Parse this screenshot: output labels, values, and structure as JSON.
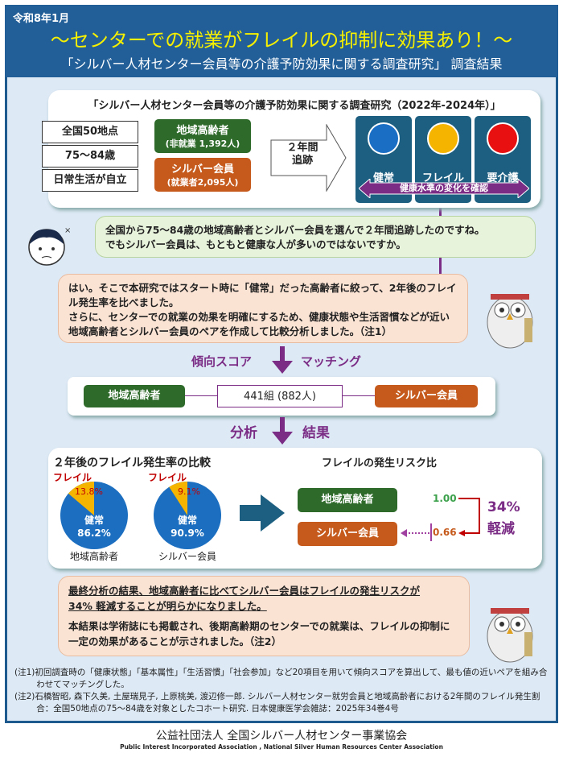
{
  "header": {
    "date": "令和8年1月",
    "title": "～センターでの就業がフレイルの抑制に効果あり！～",
    "subtitle": "「シルバー人材センター会員等の介護予防効果に関する調査研究」 調査結果"
  },
  "study": {
    "title": "「シルバー人材センター会員等の介護予防効果に関する調査研究（2022年-2024年）」",
    "criteria": [
      "全国50地点",
      "75～84歳",
      "日常生活が自立"
    ],
    "groups": [
      {
        "name": "地域高齢者",
        "detail": "(非就業 1,392人)"
      },
      {
        "name": "シルバー会員",
        "detail": "(就業者2,095人)"
      }
    ],
    "follow": "２年間\n追跡",
    "states": [
      "健常",
      "フレイル",
      "要介護"
    ],
    "state_colors": [
      "#1a6fc4",
      "#f5b400",
      "#e81010"
    ],
    "arrow_label": "健康水準の変化を確認"
  },
  "dialog1": [
    "全国から75～84歳の地域高齢者とシルバー会員を選んで２年間追跡したのですね。",
    "でもシルバー会員は、もともと健康な人が多いのではないですか。"
  ],
  "dialog2": [
    "はい。そこで本研究ではスタート時に「健常」だった高齢者に絞って、2年後のフレイル発生率を比べました。",
    "さらに、センターでの就業の効果を明確にするため、健康状態や生活習慣などが近い地域高齢者とシルバー会員のペアを作成して比較分析しました。（注1）"
  ],
  "matching": {
    "left": "傾向スコア",
    "right": "マッチング",
    "group1": "地域高齢者",
    "center": "441組 (882人)",
    "group2": "シルバー会員"
  },
  "analysis": {
    "left": "分析",
    "right": "結果"
  },
  "chart_data": {
    "type": "pie",
    "title": "２年後のフレイル発生率の比較",
    "pies": [
      {
        "name": "地域高齢者",
        "slices": [
          {
            "label": "フレイル",
            "value": 13.8
          },
          {
            "label": "健常",
            "value": 86.2
          }
        ]
      },
      {
        "name": "シルバー会員",
        "slices": [
          {
            "label": "フレイル",
            "value": 9.1
          },
          {
            "label": "健常",
            "value": 90.9
          }
        ]
      }
    ],
    "colors": {
      "健常": "#1c6fc0",
      "フレイル": "#f5b400"
    }
  },
  "risk": {
    "title": "フレイルの発生リスク比",
    "group1": "地域高齢者",
    "value1": "1.00",
    "group2": "シルバー会員",
    "value2": "0.66",
    "reduction": "34%",
    "reduction_label": "軽減"
  },
  "conclusion": {
    "line1a": "最終分析の結果、地域高齢者に比べてシルバー会員はフレイルの発生リスクが",
    "line1b": "34% 軽減することが明らかになりました。",
    "line2": "本結果は学術誌にも掲載され、後期高齢期のセンターでの就業は、フレイルの抑制に一定の効果があることが示されました。（注2）"
  },
  "notes": [
    "(注1)初回調査時の「健康状態」「基本属性」「生活習慣」「社会参加」など20項目を用いて傾向スコアを算出して、最も値の近いペアを組み合わせてマッチングした。",
    "(注2)石橋智昭, 森下久美, 土屋瑞見子, 上原桃美, 渡辺修一郎. シルバー人材センター就労会員と地域高齢者における2年間のフレイル発生割合：全国50地点の75～84歳を対象としたコホート研究. 日本健康医学会雑誌：2025年34巻4号"
  ],
  "footer": {
    "org": "公益社団法人 全国シルバー人材センター事業協会",
    "org_en": "Public Interest Incorporated Association , National Silver Human Resources Center Association"
  }
}
